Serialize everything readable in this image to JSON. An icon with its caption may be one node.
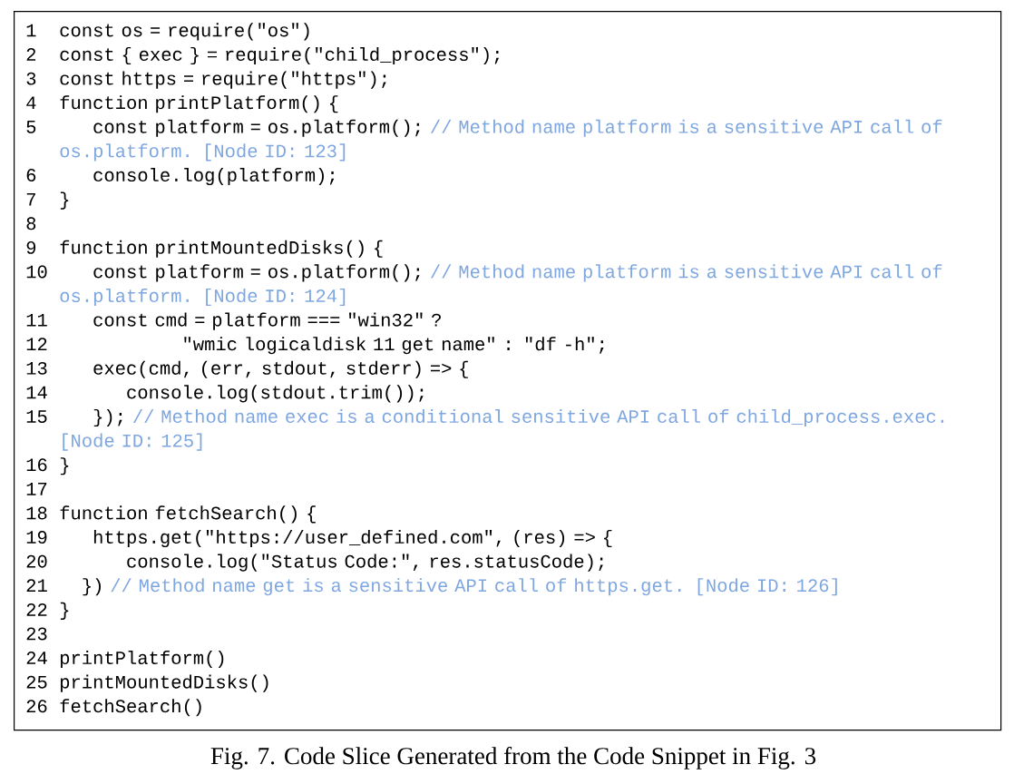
{
  "diagram": {
    "caption": "Fig. 7.  Code Slice Generated from the Code Snippet in Fig. 3",
    "nodes": [
      {
        "text": [
          "1",
          "const os = require(\"os\")",
          "2",
          "const { exec } = require(\"child_process\");",
          "3",
          "const https = require(\"https\");",
          "4",
          "function printPlatform() {",
          "5",
          "const platform = os.platform();",
          "// Method name platform is a sensitive API call of os.platform. [Node ID: 123]",
          "6",
          "console.log(platform);",
          "7",
          "}",
          "8",
          "9",
          "function printMountedDisks() {",
          "10",
          "const platform = os.platform();",
          "// Method name platform is a sensitive API call of os.platform. [Node ID: 124]",
          "11",
          "const cmd = platform === \"win32\" ?",
          "12",
          "\"wmic logicaldisk 11  get name\" : \"df -h\";",
          "13",
          "exec(cmd, (err, stdout, stderr) => {",
          "14",
          "console.log(stdout.trim());",
          "15",
          "});",
          "// Method name exec is a conditional sensitive API call of child_process.exec. [Node ID: 125]",
          "16",
          "}",
          "17",
          "18",
          "function fetchSearch() {",
          "19",
          "https.get(\"https://user_defined.com\", (res) => {",
          "20",
          "console.log(\"Status Code:\", res.statusCode);",
          "21",
          "})",
          "// Method name get is a sensitive API call of https.get. [Node ID: 126]",
          "22",
          "}",
          "23",
          "24",
          "printPlatform()",
          "25",
          "printMountedDisks()",
          "26",
          "fetchSearch()"
        ]
      }
    ]
  }
}
